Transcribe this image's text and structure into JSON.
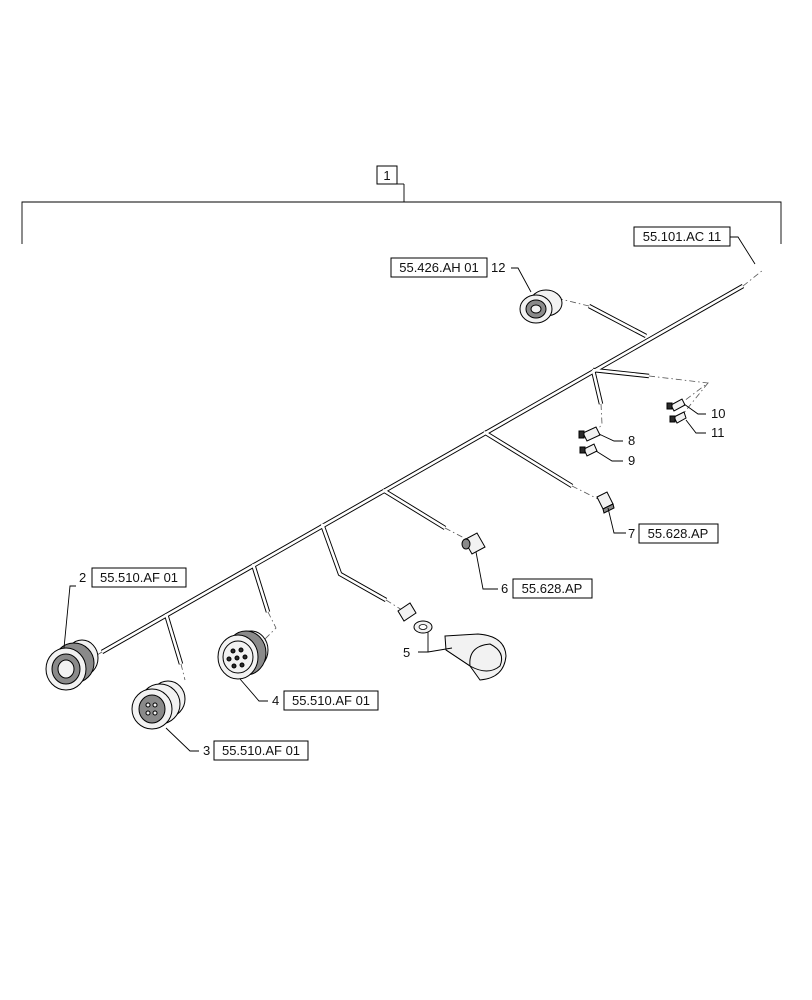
{
  "assembly": {
    "item_number": "1"
  },
  "callouts": [
    {
      "name": "callout-item-2",
      "item": "2",
      "ref": "55.510.AF 01"
    },
    {
      "name": "callout-item-3",
      "item": "3",
      "ref": "55.510.AF 01"
    },
    {
      "name": "callout-item-4",
      "item": "4",
      "ref": "55.510.AF 01"
    },
    {
      "name": "callout-item-5",
      "item": "5",
      "ref": ""
    },
    {
      "name": "callout-item-6",
      "item": "6",
      "ref": "55.628.AP"
    },
    {
      "name": "callout-item-7",
      "item": "7",
      "ref": "55.628.AP"
    },
    {
      "name": "callout-item-8",
      "item": "8",
      "ref": ""
    },
    {
      "name": "callout-item-9",
      "item": "9",
      "ref": ""
    },
    {
      "name": "callout-item-10",
      "item": "10",
      "ref": ""
    },
    {
      "name": "callout-item-11",
      "item": "11",
      "ref": ""
    },
    {
      "name": "callout-item-12",
      "item": "12",
      "ref": "55.426.AH 01"
    }
  ],
  "harness_ref": "55.101.AC 11",
  "colors": {
    "line": "#000000",
    "background": "#ffffff",
    "shade": "#8a8a8a"
  }
}
